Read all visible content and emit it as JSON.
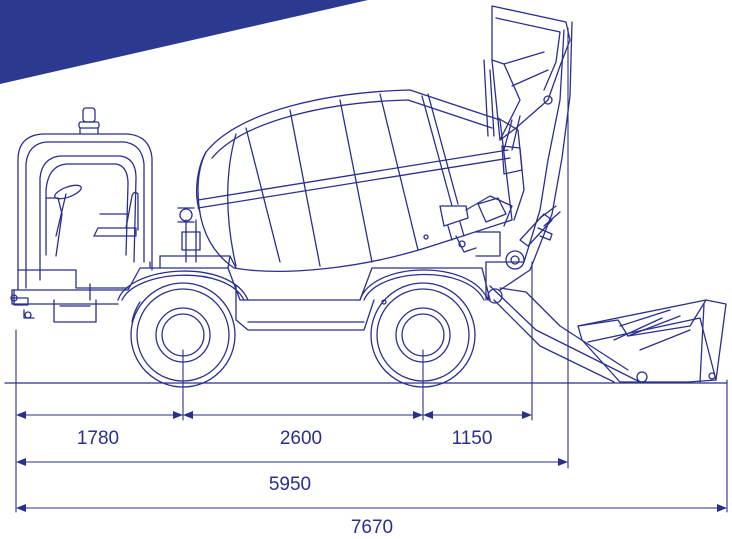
{
  "colors": {
    "line": "#2a2f8e",
    "banner": "#2b3990",
    "background": "#ffffff"
  },
  "dimensions": {
    "front_overhang": "1780",
    "wheelbase": "2600",
    "rear_overhang": "1150",
    "overall_length": "5950",
    "overall_length_bucket_down": "7670"
  }
}
